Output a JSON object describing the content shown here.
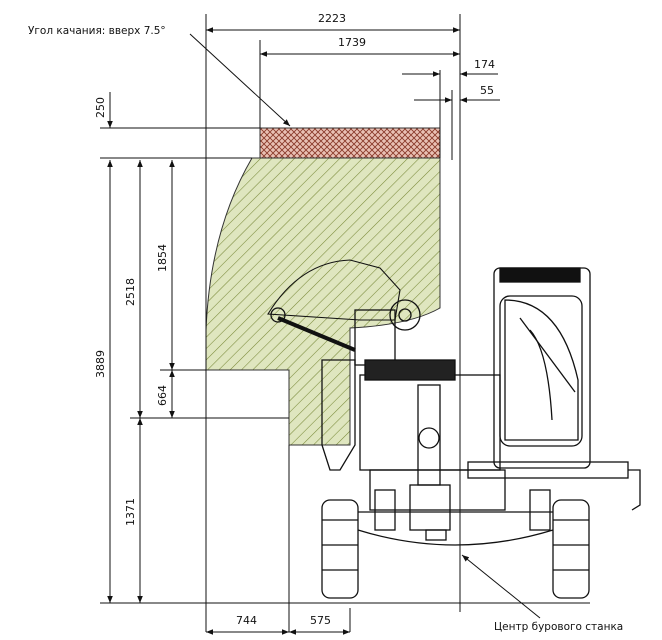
{
  "diagram": {
    "labels": {
      "tilt_angle": "Угол качания: вверх 7.5°",
      "drill_center": "Центр бурового станка"
    },
    "dimensions": {
      "total_width": "2223",
      "upper_width": "1739",
      "offset_a": "174",
      "offset_b": "55",
      "top_band": "250",
      "total_height": "3889",
      "height_2518": "2518",
      "height_1854": "1854",
      "height_664": "664",
      "height_1371": "1371",
      "bottom_left": "744",
      "bottom_right": "575"
    },
    "colors": {
      "work_zone_fill": "#dfe6bf",
      "work_zone_hatch": "#7a8a3a",
      "top_band_fill": "#e9c0b4",
      "top_band_hatch": "#8a3a2a",
      "line": "#111111"
    }
  }
}
